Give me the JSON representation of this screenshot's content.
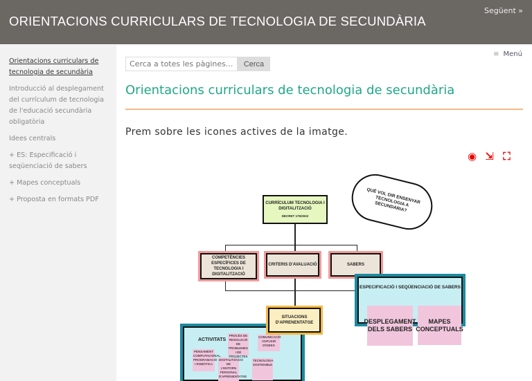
{
  "header": {
    "title": "ORIENTACIONS CURRICULARS DE TECNOLOGIA DE SECUNDÀRIA",
    "next": "Següent »"
  },
  "sidebar": {
    "items": [
      {
        "label": "Orientacions curriculars de tecnologia de secundària"
      },
      {
        "label": "Introducció al desplegament del currículum de tecnologia de l'educació secundària obligatòria"
      },
      {
        "label": "Idees centrals"
      },
      {
        "label": "+ ES: Especificació i seqüenciació de sabers"
      },
      {
        "label": "+ Mapes conceptuals"
      },
      {
        "label": "+ Proposta en formats PDF"
      }
    ]
  },
  "menu": {
    "icon": "≡",
    "label": "Menú"
  },
  "search": {
    "placeholder": "Cerca a totes les pàgines...",
    "button": "Cerca"
  },
  "main": {
    "title": "Orientacions curriculars de tecnologia de secundària",
    "intro": "Prem sobre les icones actives de la imatge."
  },
  "tools": [
    {
      "icon": "target-icon",
      "glyph": "◉"
    },
    {
      "icon": "edit-icon",
      "glyph": "⇲"
    },
    {
      "icon": "fullscreen-icon",
      "glyph": "⛶"
    }
  ],
  "diagram": {
    "curriculum": "CURRÍCULUM TECNOLOGIA I DIGITALITZACIÓ",
    "decret": "DECRET 175/2022",
    "cloud": "QUÈ VOL DIR ENSENYAR TECNOLOGIA A SECUNDÀRIA?",
    "competencies": "COMPETÈNCIES ESPECÍFICES DE TECNOLOGIA I DIGITALITZACIÓ",
    "criteris": "CRITERIS D'AVALUACIÓ",
    "sabers": "SABERS",
    "situacions": "SITUACIONS D'APRENENTATGE",
    "especificacio": "ESPECIFICACIÓ I SEQÜENCIACIÓ DE SABERS",
    "desplegament": "DESPLEGAMENT DELS SABERS",
    "mapes": "MAPES CONCEPTUALS",
    "activitats": "ACTIVITATS",
    "notes": [
      "PENSAMENT COMPUTACIONAL, PROGRAMACIÓ I ROBÒTICA",
      "PROCÉS DE RESOLUCIÓ DE PROBLEMES I DE PROJECTES",
      "COMUNICACIÓ I DIFUSIÓ D'IDEES",
      "DIGITALITZACIÓ DE L'ENTORN PERSONAL D'APRENENTATGE",
      "TECNOLOGIA SOSTENIBLE"
    ]
  },
  "colors": {
    "header": "#6b6763",
    "accent": "#1fa886",
    "rule": "#f6b887",
    "tools": "#e00000"
  }
}
